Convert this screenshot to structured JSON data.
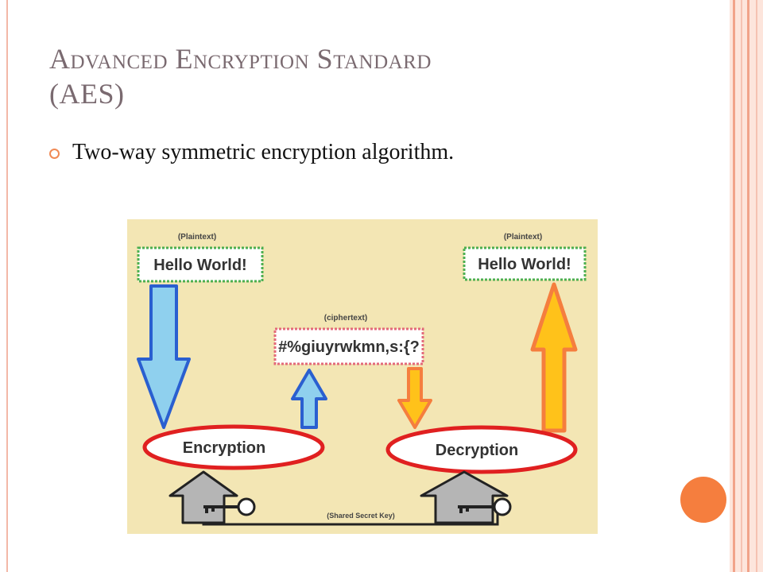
{
  "slide": {
    "title_line1": "Advanced Encryption Standard",
    "title_line2": "(AES)",
    "bullet": "Two-way symmetric encryption algorithm."
  },
  "diagram": {
    "plaintext_left_caption": "(Plaintext)",
    "plaintext_left": "Hello World!",
    "plaintext_right_caption": "(Plaintext)",
    "plaintext_right": "Hello World!",
    "ciphertext_caption": "(ciphertext)",
    "ciphertext": "#%giuyrwkmn,s:{?",
    "encryption_label": "Encryption",
    "decryption_label": "Decryption",
    "key_caption": "(Shared Secret Key)"
  },
  "colors": {
    "background_figure": "#f3e6b4",
    "accent_orange": "#f57e3e",
    "ellipse_red": "#e02020",
    "box_green": "#4caf50",
    "box_pink": "#e36a7a",
    "arrow_blue": "#8fd0ee",
    "arrow_yellow": "#ffc21a"
  }
}
